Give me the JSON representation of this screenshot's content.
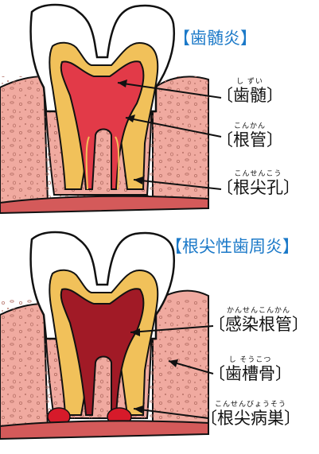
{
  "top_panel": {
    "title": "【歯髄炎】",
    "labels": [
      {
        "ruby": "し ずい",
        "text": "〔歯髄〕"
      },
      {
        "ruby": "こんかん",
        "text": "〔根管〕"
      },
      {
        "ruby": "こんせんこう",
        "text": "〔根尖孔〕"
      }
    ]
  },
  "bottom_panel": {
    "title": "【根尖性歯周炎】",
    "labels": [
      {
        "ruby": "かんせんこんかん",
        "text": "〔感染根管〕"
      },
      {
        "ruby": "し そうこつ",
        "text": "〔歯槽骨〕"
      },
      {
        "ruby": "こんせんびょうそう",
        "text": "〔根尖病巣〕"
      }
    ]
  },
  "colors": {
    "title": "#1b79c8",
    "enamel": "#ffffff",
    "dentin": "#f1c15a",
    "pulp_inflamed": "#e23a48",
    "pulp_infected": "#a11a26",
    "gum": "#f0aaa0",
    "bone_dot": "#b06a60",
    "lesion": "#d61a2a",
    "outline": "#111111"
  }
}
